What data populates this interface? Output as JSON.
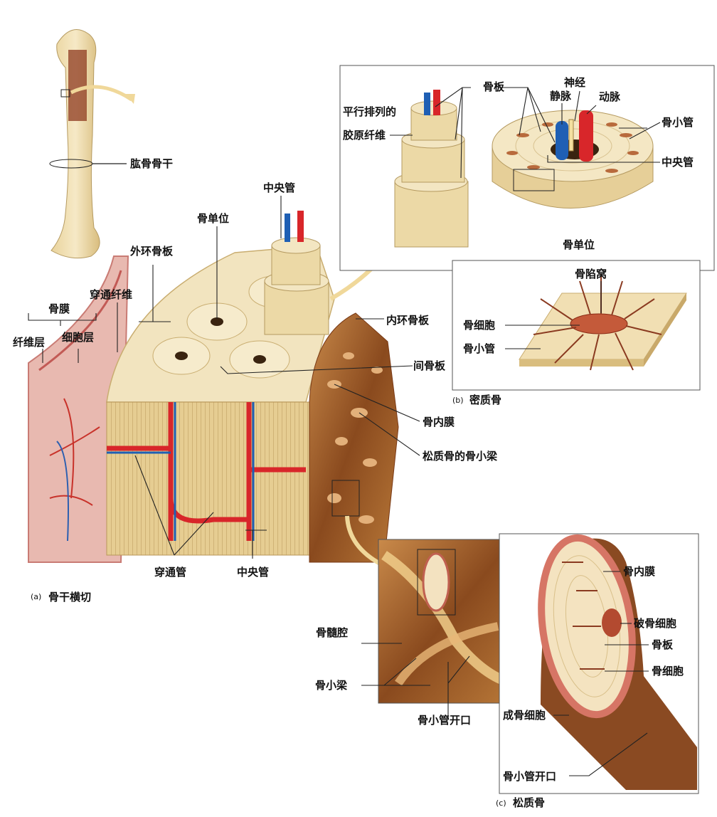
{
  "labels": {
    "humerus_shaft": "肱骨骨干",
    "central_canal_top": "中央管",
    "osteon": "骨单位",
    "outer_circumferential": "外环骨板",
    "perforating_fibers": "穿通纤维",
    "periosteum": "骨膜",
    "fibrous_layer": "纤维层",
    "cellular_layer": "细胞层",
    "inner_circumferential": "内环骨板",
    "interstitial": "间骨板",
    "endosteum_a": "骨内膜",
    "trabeculae_spongy": "松质骨的骨小梁",
    "perforating_canal": "穿通管",
    "central_canal_bottom": "中央管",
    "lamellae_b": "骨板",
    "parallel_collagen_1": "平行排列的",
    "parallel_collagen_2": "胶原纤维",
    "nerve": "神经",
    "vein": "静脉",
    "artery": "动脉",
    "canaliculi_b": "骨小管",
    "central_canal_b": "中央管",
    "osteon_b": "骨单位",
    "lacuna": "骨陷窝",
    "osteocyte_b": "骨细胞",
    "canaliculi_b2": "骨小管",
    "marrow_cavity": "骨髓腔",
    "trabecula_c": "骨小梁",
    "canaliculi_opening_c1": "骨小管开口",
    "endosteum_c": "骨内膜",
    "osteoclast": "破骨细胞",
    "lamellae_c": "骨板",
    "osteocyte_c": "骨细胞",
    "osteoblast": "成骨细胞",
    "canaliculi_opening_c2": "骨小管开口"
  },
  "captions": {
    "a_letter": "(a)",
    "a_text": "骨干横切",
    "b_letter": "(b)",
    "b_text": "密质骨",
    "c_letter": "(c)",
    "c_text": "松质骨"
  },
  "colors": {
    "bone": "#ecd9a6",
    "bone_dark": "#c9a96a",
    "artery": "#d8262a",
    "vein": "#1f5fb4",
    "periosteum": "#d98a8a",
    "marrow": "#8a4a22",
    "spongy": "#a8582c"
  }
}
